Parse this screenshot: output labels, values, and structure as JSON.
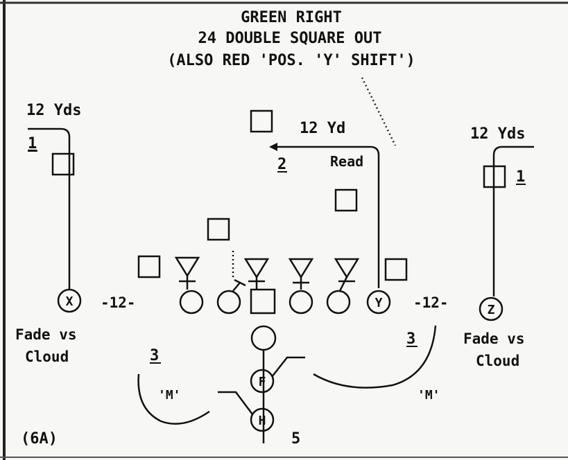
{
  "header": {
    "line1": "GREEN RIGHT",
    "line2": "24 DOUBLE SQUARE OUT",
    "line3": "(ALSO RED 'POS. 'Y' SHIFT')"
  },
  "left_receiver": {
    "depth": "12 Yds",
    "read_number": "1",
    "letter": "X",
    "split": "-12-",
    "note_line1": "Fade vs",
    "note_line2": "Cloud"
  },
  "right_receiver": {
    "depth": "12 Yds",
    "read_number": "1",
    "letter": "Z",
    "split": "-12-",
    "note_line1": "Fade vs",
    "note_line2": "Cloud"
  },
  "tight_end": {
    "letter": "Y",
    "depth": "12 Yd",
    "read_number": "2",
    "read_label": "Read"
  },
  "backs": {
    "fullback": "F",
    "halfback": "H",
    "left_read_number": "3",
    "right_read_number": "3",
    "left_zone": "'M'",
    "right_zone": "'M'",
    "check_number": "5"
  },
  "figure_label": "(6A)"
}
